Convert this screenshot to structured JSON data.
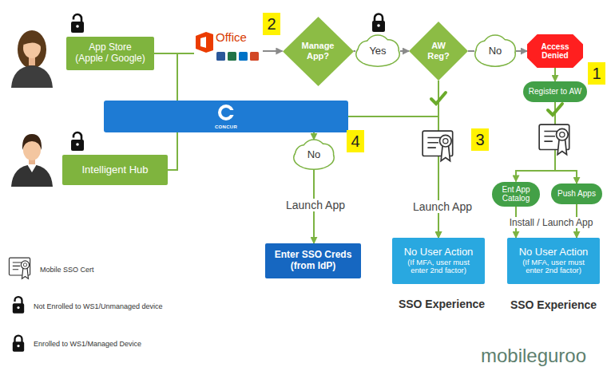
{
  "diagram": {
    "nodes": [
      {
        "text": [
          "App Store (Apple / Google)"
        ]
      },
      {
        "text": [
          "Office"
        ]
      },
      {
        "text": [
          "Manage App?"
        ]
      },
      {
        "text": [
          "Yes"
        ]
      },
      {
        "text": [
          "AW Reg?"
        ]
      },
      {
        "text": [
          "No"
        ]
      },
      {
        "text": [
          "Access Denied"
        ]
      },
      {
        "text": [
          "Register to AW"
        ]
      },
      {
        "text": [
          "Intelligent Hub"
        ]
      },
      {
        "text": [
          "CONCUR"
        ]
      },
      {
        "text": [
          "No"
        ]
      },
      {
        "text": [
          "Ent App Catalog"
        ]
      },
      {
        "text": [
          "Push Apps"
        ]
      },
      {
        "text": [
          "Enter SSO Creds (from IdP)"
        ]
      },
      {
        "text": [
          "No User Action",
          "(If MFA, user must enter 2nd factor)"
        ]
      },
      {
        "text": [
          "No User Action",
          "(If MFA, user must enter 2nd factor)"
        ]
      }
    ],
    "edges": [
      {
        "from": 0,
        "to": 1,
        "arrow": "none"
      },
      {
        "from": 8,
        "to": 1,
        "arrow": "none"
      },
      {
        "from": 1,
        "to": 2,
        "arrow": "to"
      },
      {
        "from": 2,
        "to": 3,
        "arrow": "none"
      },
      {
        "from": 3,
        "to": 4,
        "arrow": "to"
      },
      {
        "from": 4,
        "to": 5,
        "arrow": "none"
      },
      {
        "from": 5,
        "to": 6,
        "arrow": "to"
      },
      {
        "from": 6,
        "to": 7,
        "arrow": "to"
      },
      {
        "from": 7,
        "to": 11,
        "arrow": "to"
      },
      {
        "from": 7,
        "to": 12,
        "arrow": "to"
      },
      {
        "from": 11,
        "to": 15,
        "arrow": "to"
      },
      {
        "from": 12,
        "to": 15,
        "arrow": "to"
      },
      {
        "from": 0,
        "to": 9,
        "arrow": "none"
      },
      {
        "from": 8,
        "to": 9,
        "arrow": "none"
      },
      {
        "from": 9,
        "to": 10,
        "arrow": "to"
      },
      {
        "from": 9,
        "to": 14,
        "arrow": "to"
      },
      {
        "from": 4,
        "to": 14,
        "arrow": "to"
      },
      {
        "from": 10,
        "to": 13,
        "arrow": "to"
      }
    ],
    "labels": [
      "2",
      "1",
      "4",
      "3",
      "Launch App",
      "Launch App",
      "Install / Launch App",
      "SSO Experience",
      "SSO Experience",
      "mobileguroo"
    ],
    "legend": [
      {
        "text": "Mobile SSO Cert"
      },
      {
        "text": "Not Enrolled to WS1/Unmanaged device"
      },
      {
        "text": "Enrolled to WS1/Managed Device"
      }
    ]
  }
}
